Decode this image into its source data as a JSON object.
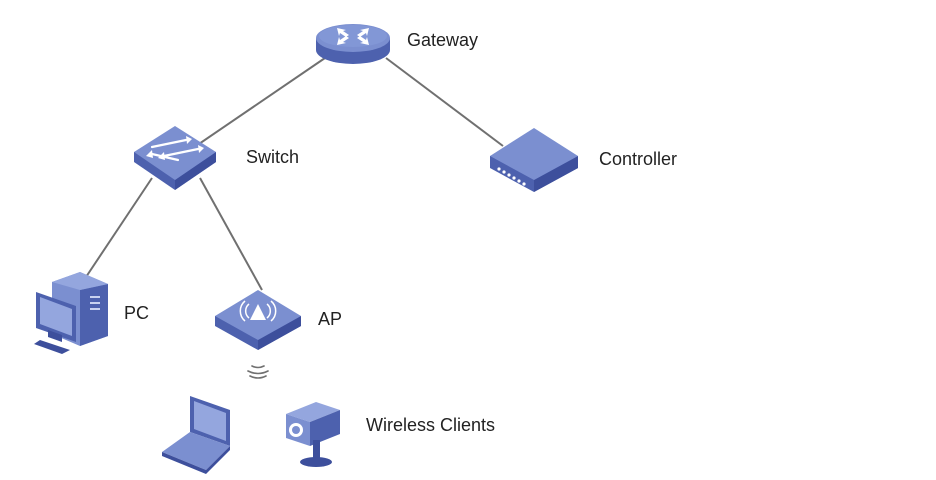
{
  "nodes": {
    "gateway": {
      "label": "Gateway",
      "icon": "router-icon"
    },
    "switch": {
      "label": "Switch",
      "icon": "switch-icon"
    },
    "controller": {
      "label": "Controller",
      "icon": "controller-icon"
    },
    "pc": {
      "label": "PC",
      "icon": "desktop-pc-icon"
    },
    "ap": {
      "label": "AP",
      "icon": "access-point-icon"
    },
    "wireless_clients": {
      "label": "Wireless Clients",
      "icons": [
        "laptop-icon",
        "camera-icon"
      ]
    }
  },
  "links": [
    [
      "gateway",
      "switch"
    ],
    [
      "gateway",
      "controller"
    ],
    [
      "switch",
      "pc"
    ],
    [
      "switch",
      "ap"
    ]
  ],
  "colors": {
    "device_top": "#7b8fd0",
    "device_side": "#4d61ae",
    "device_dark": "#3d4f9c",
    "line": "#707070",
    "text": "#222222"
  }
}
